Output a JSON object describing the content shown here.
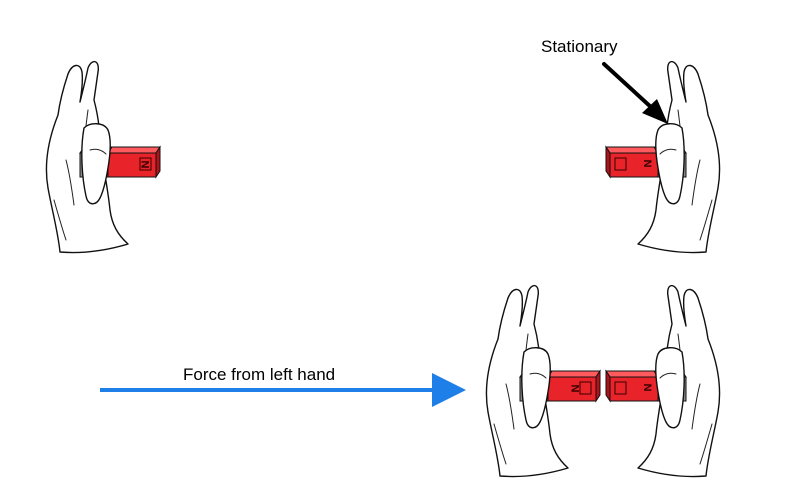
{
  "labels": {
    "stationary": "Stationary",
    "force": "Force from left hand"
  },
  "magnet": {
    "pole_letter": "N",
    "colors": {
      "red_front": "#e8232a",
      "red_top": "#ff5a5e",
      "red_side": "#b0141a",
      "grey_front": "#8f8f8f",
      "grey_top": "#bdbdbd",
      "grey_side": "#555555"
    }
  },
  "colors": {
    "stationary_arrow": "#000000",
    "force_arrow": "#1e7fe8"
  }
}
